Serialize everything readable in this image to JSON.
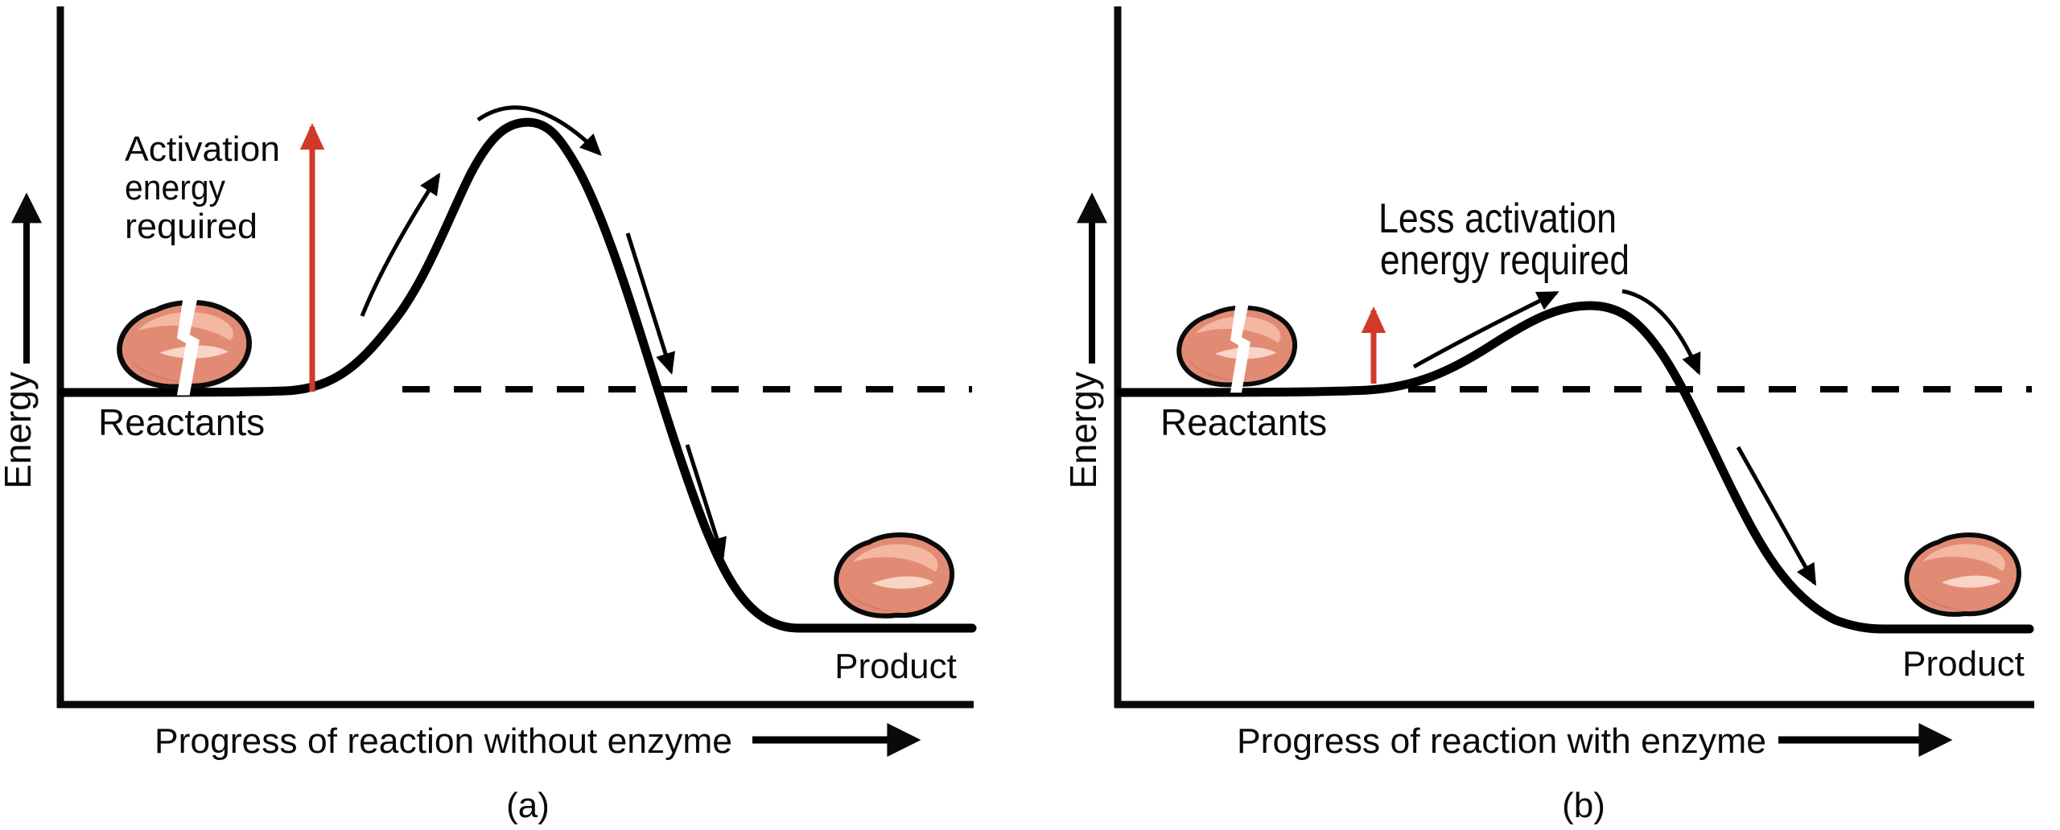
{
  "figure": {
    "panels": [
      {
        "caption": "(a)",
        "y_axis_label": "Energy",
        "x_axis_label": "Progress of reaction without enzyme",
        "annotation_lines": [
          "Activation",
          "energy",
          "required"
        ],
        "reactants_label": "Reactants",
        "product_label": "Product"
      },
      {
        "caption": "(b)",
        "y_axis_label": "Energy",
        "x_axis_label": "Progress of reaction with enzyme",
        "annotation_lines": [
          "Less activation",
          "energy required"
        ],
        "reactants_label": "Reactants",
        "product_label": "Product"
      }
    ],
    "colors": {
      "background": "#ffffff",
      "curve": "#000000",
      "activation_arrow": "#d03a2b",
      "molecule_fill": "#e28b74",
      "molecule_highlight": "#f3b7a2",
      "molecule_sheen": "#f8d5c6",
      "molecule_shadow": "#d97e66",
      "outline": "#0a0a0a"
    }
  },
  "chart_data": [
    {
      "type": "line",
      "title": "(a) Reaction energy profile without enzyme",
      "xlabel": "Progress of reaction without enzyme",
      "ylabel": "Energy",
      "x_norm": [
        0.0,
        0.24,
        0.37,
        0.51,
        0.65,
        0.79,
        1.0
      ],
      "energy_norm": [
        0.45,
        0.45,
        0.62,
        0.83,
        0.45,
        0.11,
        0.11
      ],
      "peak_energy_norm": 0.83,
      "reactant_level_norm": 0.45,
      "product_level_norm": 0.11,
      "annotations": [
        "Activation energy required",
        "Reactants",
        "Product"
      ],
      "grid": false,
      "legend": false
    },
    {
      "type": "line",
      "title": "(b) Reaction energy profile with enzyme",
      "xlabel": "Progress of reaction with enzyme",
      "ylabel": "Energy",
      "x_norm": [
        0.0,
        0.29,
        0.42,
        0.52,
        0.63,
        0.82,
        1.0
      ],
      "energy_norm": [
        0.45,
        0.45,
        0.51,
        0.57,
        0.45,
        0.11,
        0.11
      ],
      "peak_energy_norm": 0.57,
      "reactant_level_norm": 0.45,
      "product_level_norm": 0.11,
      "annotations": [
        "Less activation energy required",
        "Reactants",
        "Product"
      ],
      "grid": false,
      "legend": false
    }
  ]
}
